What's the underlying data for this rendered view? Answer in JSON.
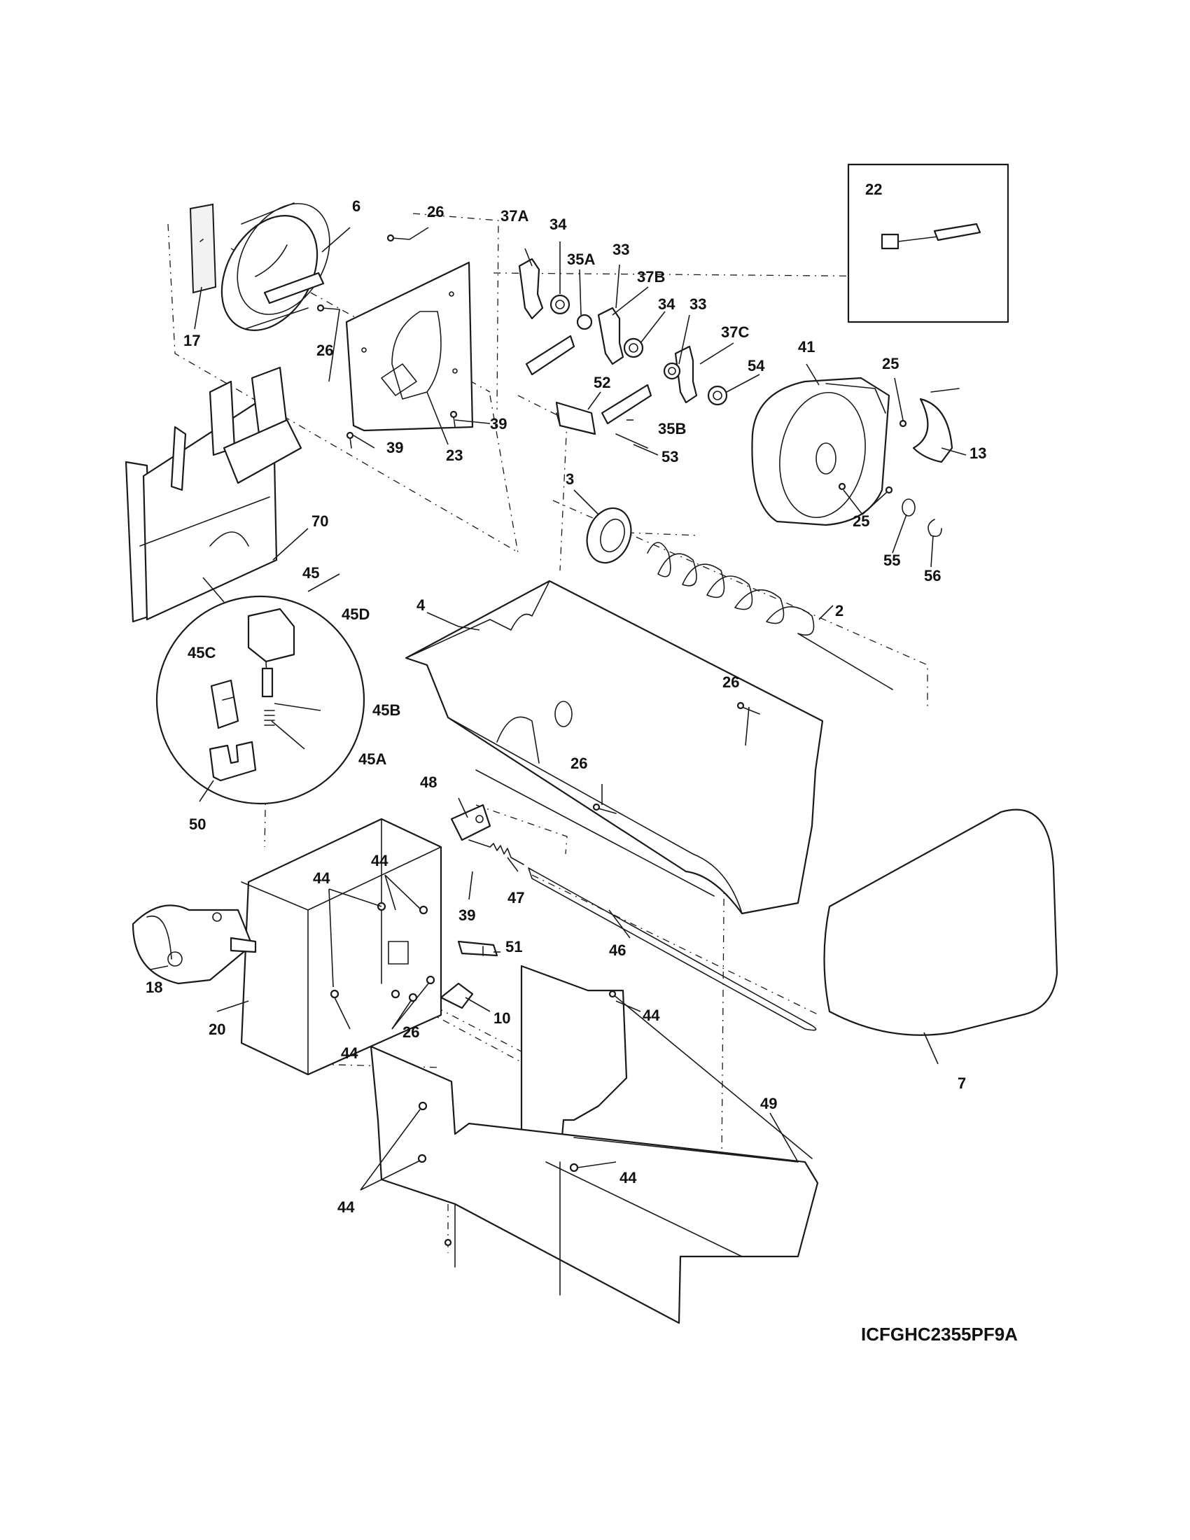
{
  "diagram_code": "ICFGHC2355PF9A",
  "inset_label": "22",
  "labels": [
    {
      "id": "lbl-17",
      "text": "17"
    },
    {
      "id": "lbl-6",
      "text": "6"
    },
    {
      "id": "lbl-26a",
      "text": "26"
    },
    {
      "id": "lbl-26b",
      "text": "26"
    },
    {
      "id": "lbl-39a",
      "text": "39"
    },
    {
      "id": "lbl-39b",
      "text": "39"
    },
    {
      "id": "lbl-23",
      "text": "23"
    },
    {
      "id": "lbl-37A",
      "text": "37A"
    },
    {
      "id": "lbl-34a",
      "text": "34"
    },
    {
      "id": "lbl-35A",
      "text": "35A"
    },
    {
      "id": "lbl-33a",
      "text": "33"
    },
    {
      "id": "lbl-37B",
      "text": "37B"
    },
    {
      "id": "lbl-34b",
      "text": "34"
    },
    {
      "id": "lbl-33b",
      "text": "33"
    },
    {
      "id": "lbl-37C",
      "text": "37C"
    },
    {
      "id": "lbl-52",
      "text": "52"
    },
    {
      "id": "lbl-35B",
      "text": "35B"
    },
    {
      "id": "lbl-53",
      "text": "53"
    },
    {
      "id": "lbl-54",
      "text": "54"
    },
    {
      "id": "lbl-41",
      "text": "41"
    },
    {
      "id": "lbl-25a",
      "text": "25"
    },
    {
      "id": "lbl-25b",
      "text": "25"
    },
    {
      "id": "lbl-13",
      "text": "13"
    },
    {
      "id": "lbl-55",
      "text": "55"
    },
    {
      "id": "lbl-56",
      "text": "56"
    },
    {
      "id": "lbl-3",
      "text": "3"
    },
    {
      "id": "lbl-70",
      "text": "70"
    },
    {
      "id": "lbl-45",
      "text": "45"
    },
    {
      "id": "lbl-45D",
      "text": "45D"
    },
    {
      "id": "lbl-45C",
      "text": "45C"
    },
    {
      "id": "lbl-45B",
      "text": "45B"
    },
    {
      "id": "lbl-45A",
      "text": "45A"
    },
    {
      "id": "lbl-50",
      "text": "50"
    },
    {
      "id": "lbl-4",
      "text": "4"
    },
    {
      "id": "lbl-2",
      "text": "2"
    },
    {
      "id": "lbl-26c",
      "text": "26"
    },
    {
      "id": "lbl-26d",
      "text": "26"
    },
    {
      "id": "lbl-48",
      "text": "48"
    },
    {
      "id": "lbl-47",
      "text": "47"
    },
    {
      "id": "lbl-39c",
      "text": "39"
    },
    {
      "id": "lbl-46",
      "text": "46"
    },
    {
      "id": "lbl-51",
      "text": "51"
    },
    {
      "id": "lbl-10",
      "text": "10"
    },
    {
      "id": "lbl-44a",
      "text": "44"
    },
    {
      "id": "lbl-44b",
      "text": "44"
    },
    {
      "id": "lbl-44c",
      "text": "44"
    },
    {
      "id": "lbl-44d",
      "text": "44"
    },
    {
      "id": "lbl-44e",
      "text": "44"
    },
    {
      "id": "lbl-44f",
      "text": "44"
    },
    {
      "id": "lbl-26e",
      "text": "26"
    },
    {
      "id": "lbl-18",
      "text": "18"
    },
    {
      "id": "lbl-20",
      "text": "20"
    },
    {
      "id": "lbl-7",
      "text": "7"
    },
    {
      "id": "lbl-49",
      "text": "49"
    }
  ]
}
